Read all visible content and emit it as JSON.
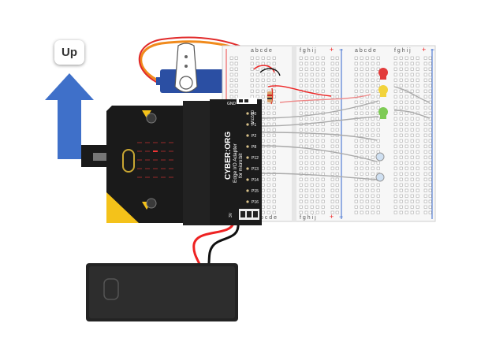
{
  "buttons": {
    "up_label": "Up"
  },
  "adapter": {
    "brand": "CYBER:ORG",
    "line1": "Edge I/O Adapter",
    "line2": "for micro:bit",
    "gnd_label": "GND",
    "pin_code": "02/27/A",
    "pin_labels": [
      "P0",
      "P1",
      "P2",
      "P8",
      "P12",
      "P13",
      "P14",
      "P15",
      "P16"
    ],
    "v_labels": [
      "3V",
      "GND"
    ]
  },
  "breadboard": {
    "left_columns": "a b c d e",
    "right_columns": "f g h i j",
    "top_left_letters": "a b c d e",
    "top_right_letters": "f g h i j",
    "bottom_left_letters": "b c d e",
    "bottom_right_letters": "f g h i j",
    "plus": "+",
    "minus": "−"
  },
  "colors": {
    "arrow": "#3f70c9",
    "servo_body": "#2b4fa3",
    "microbit_board": "#1a1a1a",
    "led_red": "#e23b3b",
    "led_yellow": "#f2d33c",
    "led_green": "#7ecb55",
    "battery": "#232323"
  },
  "icons": [
    "up-arrow-icon"
  ]
}
